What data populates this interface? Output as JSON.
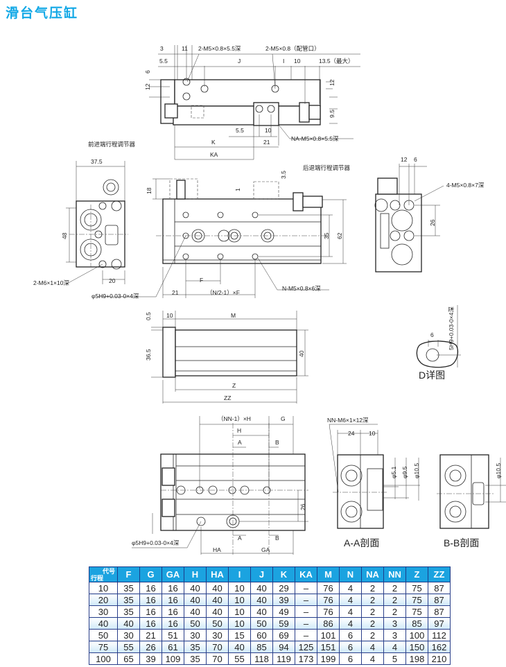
{
  "title": "滑台气压缸",
  "drawing_labels": [
    "3",
    "11",
    "2-M5×0.8×5.5深",
    "2-M5×0.8（配管口）",
    "5.5",
    "J",
    "I",
    "10",
    "13.5（最大）",
    "6",
    "12",
    "12",
    "9.5",
    "5.5",
    "10",
    "21",
    "K",
    "KA",
    "NA-M5×0.8×5.5深",
    "前进端行程调节器",
    "37.5",
    "18",
    "1",
    "3.5",
    "后退端行程调节器",
    "48",
    "35",
    "62",
    "20",
    "2-M6×1×10深",
    "F",
    "21",
    "（N/2-1）×F",
    "N-M5×0.8×6深",
    "φ5H9+0.03-0×4深",
    "12",
    "6",
    "4-M5×0.8×7深",
    "26",
    "0.5",
    "10",
    "M",
    "36.5",
    "40",
    "Z",
    "ZZ",
    "6",
    "5H9+0.03-0×4深",
    "D详图",
    "（NN-1）×H",
    "G",
    "H",
    "A",
    "B",
    "26",
    "A",
    "B",
    "HA",
    "GA",
    "φ5H9+0.03-0×4深",
    "NN-M6×1×12深",
    "24",
    "10",
    "φ5.1",
    "φ9.5",
    "φ10.5",
    "A-A剖面",
    "B-B剖面",
    "φ10.5"
  ],
  "table": {
    "corner_top": "代号",
    "corner_bottom": "行程",
    "headers": [
      "F",
      "G",
      "GA",
      "H",
      "HA",
      "I",
      "J",
      "K",
      "KA",
      "M",
      "N",
      "NA",
      "NN",
      "Z",
      "ZZ"
    ],
    "rows": [
      [
        "10",
        "35",
        "16",
        "16",
        "40",
        "40",
        "10",
        "40",
        "29",
        "–",
        "76",
        "4",
        "2",
        "2",
        "75",
        "87"
      ],
      [
        "20",
        "35",
        "16",
        "16",
        "40",
        "40",
        "10",
        "40",
        "39",
        "–",
        "76",
        "4",
        "2",
        "2",
        "75",
        "87"
      ],
      [
        "30",
        "35",
        "16",
        "16",
        "40",
        "40",
        "10",
        "40",
        "49",
        "–",
        "76",
        "4",
        "2",
        "2",
        "75",
        "87"
      ],
      [
        "40",
        "40",
        "16",
        "16",
        "50",
        "50",
        "10",
        "50",
        "59",
        "–",
        "86",
        "4",
        "2",
        "3",
        "85",
        "97"
      ],
      [
        "50",
        "30",
        "21",
        "51",
        "30",
        "30",
        "15",
        "60",
        "69",
        "–",
        "101",
        "6",
        "2",
        "3",
        "100",
        "112"
      ],
      [
        "75",
        "55",
        "26",
        "61",
        "35",
        "70",
        "40",
        "85",
        "94",
        "125",
        "151",
        "6",
        "4",
        "4",
        "150",
        "162"
      ],
      [
        "100",
        "65",
        "39",
        "109",
        "35",
        "70",
        "55",
        "118",
        "119",
        "173",
        "199",
        "6",
        "4",
        "5",
        "198",
        "210"
      ]
    ]
  },
  "colors": {
    "title": "#12a8e6",
    "header_bg": "#1ba3e0",
    "border": "#2a3f8a"
  }
}
